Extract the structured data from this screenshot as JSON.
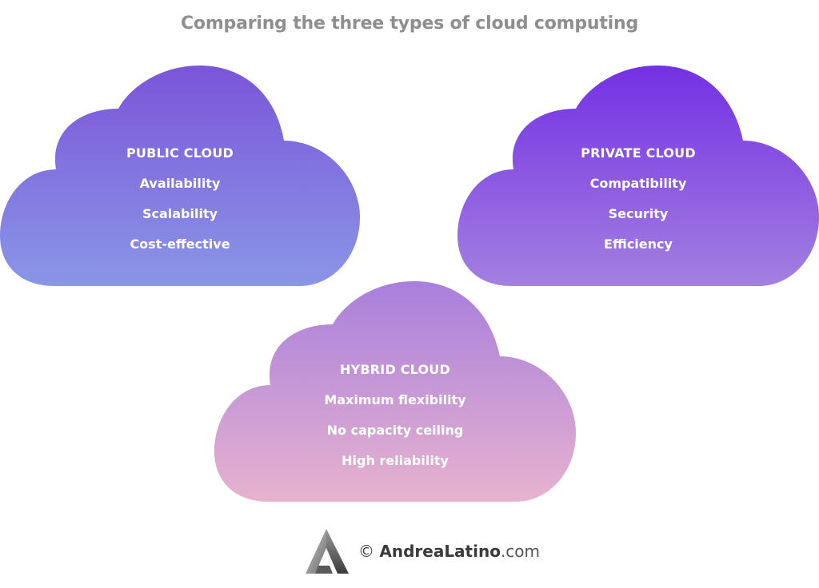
{
  "title": "Comparing the three types of cloud computing",
  "clouds": {
    "public": {
      "heading": "PUBLIC CLOUD",
      "items": [
        "Availability",
        "Scalability",
        "Cost-effective"
      ],
      "gradient_top": "#7b55d9",
      "gradient_bottom": "#8a96e6"
    },
    "private": {
      "heading": "PRIVATE CLOUD",
      "items": [
        "Compatibility",
        "Security",
        "Efficiency"
      ],
      "gradient_top": "#7430e4",
      "gradient_bottom": "#a380e0"
    },
    "hybrid": {
      "heading": "HYBRID CLOUD",
      "items": [
        "Maximum flexibility",
        "No capacity ceiling",
        "High reliability"
      ],
      "gradient_top": "#a87fdc",
      "gradient_bottom": "#e7b3ce"
    }
  },
  "footer": {
    "copyright": "©",
    "brand": "AndreaLatino",
    "tld": ".com",
    "logo_icon": "andrealatino-logo-icon"
  }
}
